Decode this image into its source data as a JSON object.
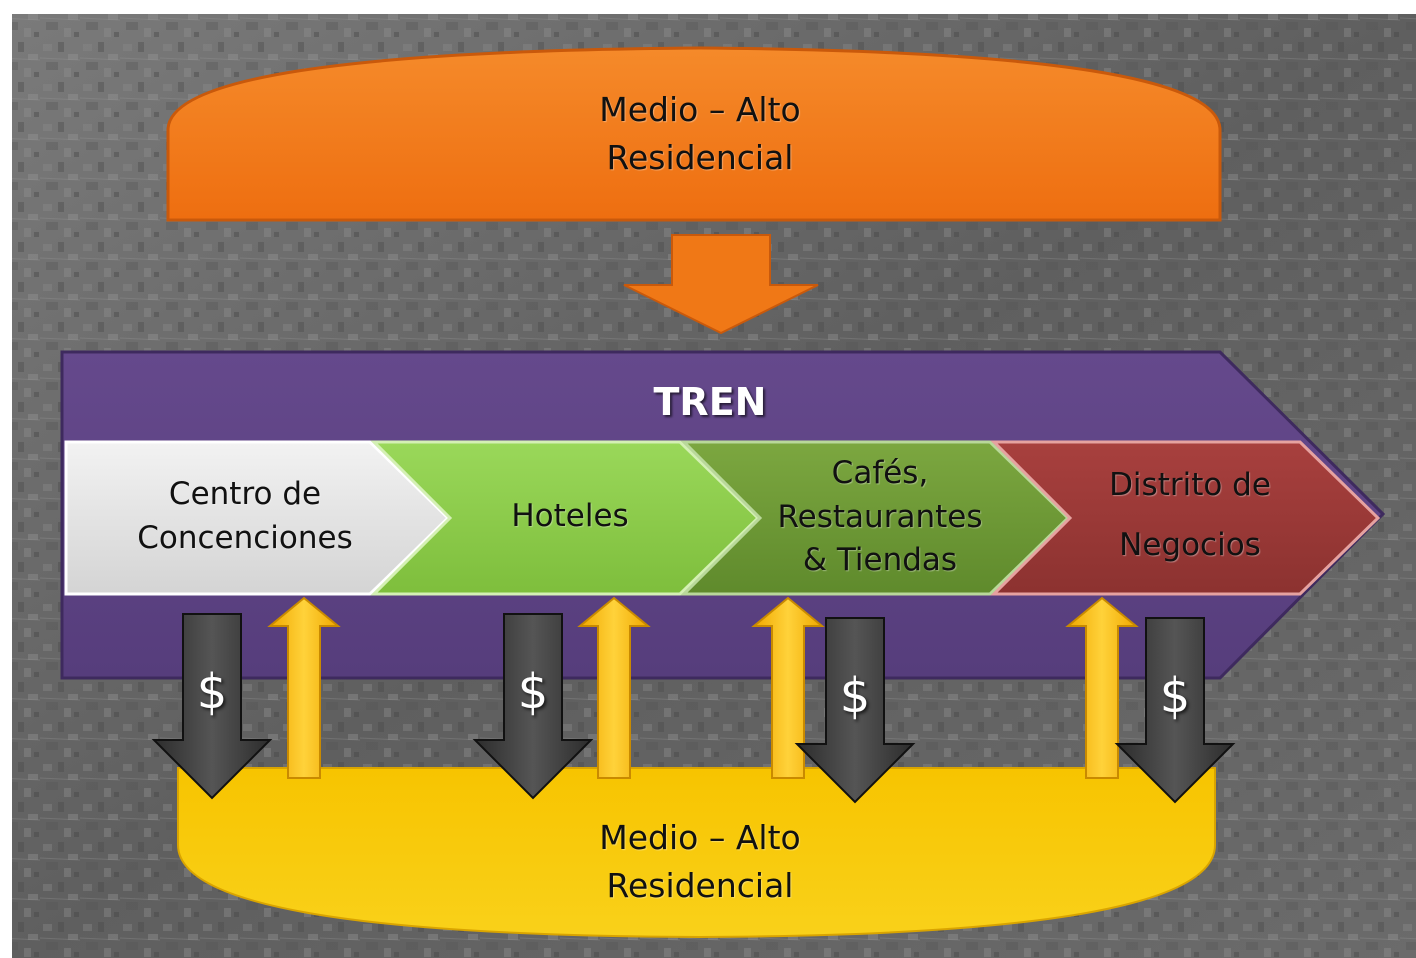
{
  "diagram": {
    "top_block": {
      "line1": "Medio – Alto",
      "line2": "Residencial",
      "color": "#F07816"
    },
    "bottom_block": {
      "line1": "Medio – Alto",
      "line2": "Residencial",
      "color": "#F5C200"
    },
    "train": {
      "label": "TREN",
      "color": "#5F4685"
    },
    "stations": [
      {
        "line1": "Centro de",
        "line2": "Concenciones",
        "color": "#DDDDDD"
      },
      {
        "line1": "Hoteles",
        "color": "#8ECE4A"
      },
      {
        "line1": "Cafés,",
        "line2": "Restaurantes",
        "line3": "& Tiendas",
        "color": "#6E9A36"
      },
      {
        "line1": "Distrito de",
        "line2": "Negocios",
        "color": "#9B3A38"
      }
    ],
    "money_symbol": "$",
    "colors": {
      "down_arrow_top": "#F07816",
      "money_arrow": "#3A3A3A",
      "up_arrow": "#F6C21A",
      "background": "#6E6E6E"
    }
  }
}
